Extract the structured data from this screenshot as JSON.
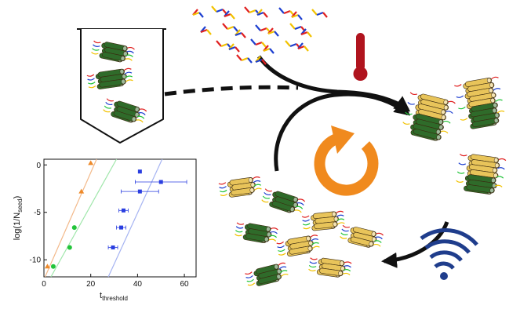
{
  "colors": {
    "orange": "#ee8a2a",
    "green": "#22c43a",
    "blue": "#2a3ee0",
    "fit_orange": "#f3b98a",
    "fit_green": "#9fe6aa",
    "fit_blue": "#a6b4f2",
    "cycle_arrow": "#f08a1e",
    "thermometer": "#b0141e",
    "wifi": "#1f3d8c",
    "dark_green_bundle": "#2f6b2a",
    "yellow_bundle": "#e8c45a"
  },
  "icons": [
    "thermometer-icon",
    "cycle-arrow-icon",
    "wireless-signal-icon",
    "test-tube-icon"
  ],
  "chart_data": {
    "type": "scatter",
    "title": "",
    "xlabel": "t",
    "xlabel_subscript": "threshold",
    "ylabel": "log(1/N",
    "ylabel_subscript": "seed",
    "ylabel_suffix": ")",
    "xlim": [
      0,
      65
    ],
    "ylim": [
      -11.8,
      0.6
    ],
    "xticks": [
      0,
      20,
      40,
      60
    ],
    "yticks": [
      0,
      -5,
      -10
    ],
    "xtick_labels": [
      "0",
      "20",
      "40",
      "60"
    ],
    "ytick_labels": [
      "0",
      "-5",
      "-10"
    ],
    "grid": false,
    "legend": "none",
    "series": [
      {
        "color": "orange",
        "marker": "triangle",
        "points": [
          {
            "x": 1.5,
            "y": -10.7
          },
          {
            "x": 16,
            "y": -2.8
          },
          {
            "x": 20,
            "y": 0.2
          }
        ],
        "fit": [
          [
            0.5,
            -11.8
          ],
          [
            22.5,
            0.6
          ]
        ]
      },
      {
        "color": "green",
        "marker": "circle",
        "points": [
          {
            "x": 4,
            "y": -10.7
          },
          {
            "x": 11,
            "y": -8.7
          },
          {
            "x": 13,
            "y": -6.6
          }
        ],
        "fit": [
          [
            3,
            -11.8
          ],
          [
            31,
            0.6
          ]
        ]
      },
      {
        "color": "blue",
        "marker": "square",
        "points": [
          {
            "x": 29.5,
            "y": -8.7,
            "xerr": 2
          },
          {
            "x": 33,
            "y": -6.6,
            "xerr": 2
          },
          {
            "x": 34,
            "y": -4.8,
            "xerr": 2
          },
          {
            "x": 41,
            "y": -2.8,
            "xerr": 8
          },
          {
            "x": 50,
            "y": -1.8,
            "xerr": 11
          },
          {
            "x": 41,
            "y": -0.7
          }
        ],
        "fit": [
          [
            27.5,
            -11.8
          ],
          [
            50.5,
            0.6
          ]
        ]
      }
    ]
  }
}
